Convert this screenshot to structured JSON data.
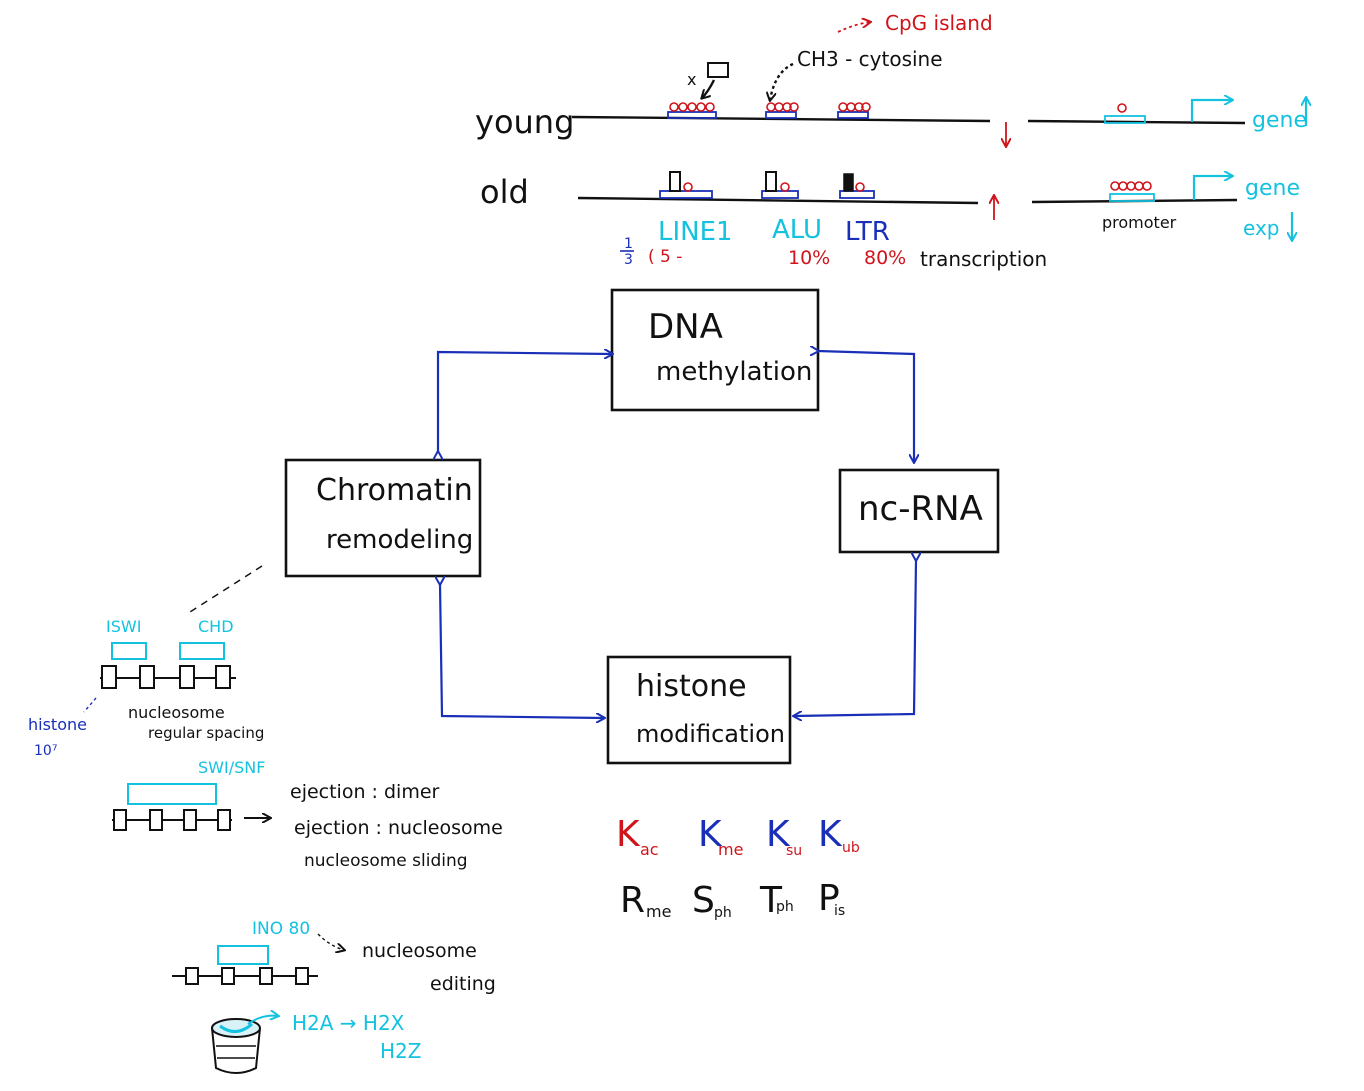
{
  "top": {
    "cpg_island": "CpG island",
    "ch3_cytosine": "CH3 - cytosine",
    "x_mark": "x",
    "young": "young",
    "old": "old",
    "gene_up": "gene",
    "gene_exp": "gene",
    "exp": "exp",
    "line1": "LINE1",
    "alu": "ALU",
    "ltr": "LTR",
    "fraction": "1/3",
    "fraction_num": "1",
    "fraction_den": "3",
    "pct_left": "( 5 -",
    "alu_pct": "10%",
    "ltr_pct": "80%",
    "transcription": "transcription",
    "promoter": "promoter"
  },
  "boxes": {
    "dna_line1": "DNA",
    "dna_line2": "methylation",
    "chromatin_line1": "Chromatin",
    "chromatin_line2": "remodeling",
    "ncrna": "nc-RNA",
    "histone_line1": "histone",
    "histone_line2": "modification"
  },
  "mods": {
    "row1": [
      {
        "base": "K",
        "sub": "ac"
      },
      {
        "base": "K",
        "sub": "me"
      },
      {
        "base": "K",
        "sub": "su"
      },
      {
        "base": "K",
        "sub": "ub"
      }
    ],
    "row2": [
      {
        "base": "R",
        "sub": "me"
      },
      {
        "base": "S",
        "sub": "ph"
      },
      {
        "base": "T",
        "sub": "ph"
      },
      {
        "base": "P",
        "sub": "is"
      }
    ]
  },
  "left": {
    "iswi": "ISWI",
    "chd": "CHD",
    "histone": "histone",
    "ten7": "10⁷",
    "nucleosome": "nucleosome",
    "regular_spacing": "regular spacing",
    "swisnf": "SWI/SNF",
    "ejection_dimer": "ejection : dimer",
    "ejection_nucleosome": "ejection : nucleosome",
    "sliding": "nucleosome sliding",
    "ino80": "INO 80",
    "nucleosome_editing": "nucleosome",
    "editing": "editing",
    "h2a_arrow": "H2A → H2X",
    "h2z": "H2Z"
  },
  "colors": {
    "red": "#d0141c",
    "cyan": "#14c2e0",
    "blue": "#1a2fb8",
    "ink": "#111111"
  }
}
